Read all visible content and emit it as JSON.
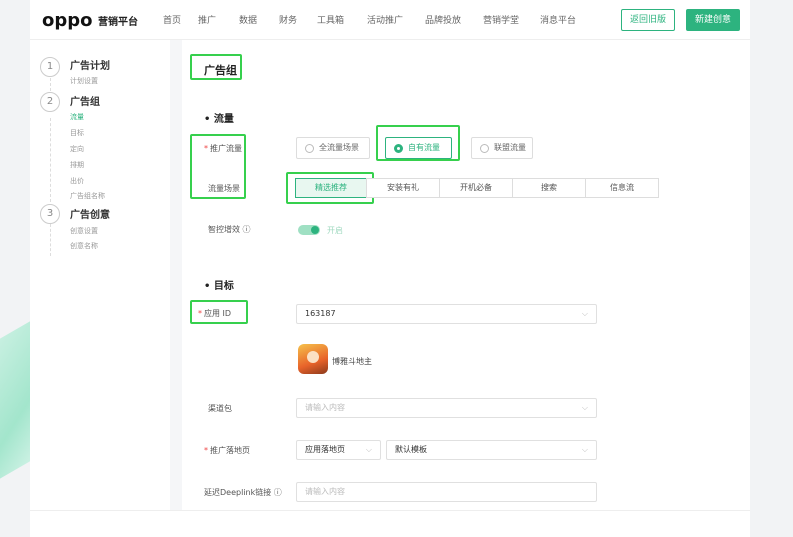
{
  "header": {
    "logo": "oppo",
    "platform": "营销平台",
    "nav": [
      "首页",
      "推广",
      "数据",
      "财务",
      "工具箱",
      "活动推广",
      "品牌投放",
      "营销学堂",
      "消息平台"
    ],
    "old_version_button": "返回旧版",
    "new_creative_button": "新建创意"
  },
  "sidebar": {
    "steps": [
      {
        "num": "1",
        "title": "广告计划",
        "subs": [
          "计划设置"
        ]
      },
      {
        "num": "2",
        "title": "广告组",
        "subs": [
          "流量",
          "目标",
          "定向",
          "排期",
          "出价",
          "广告组名称"
        ]
      },
      {
        "num": "3",
        "title": "广告创意",
        "subs": [
          "创意设置",
          "创意名称"
        ]
      }
    ],
    "active_sub": "流量"
  },
  "main": {
    "title": "广告组",
    "traffic_section": "流量",
    "promo_traffic_label": "推广流量",
    "promo_traffic_options": [
      "全流量场景",
      "自有流量",
      "联盟流量"
    ],
    "promo_traffic_selected": "自有流量",
    "traffic_scene_label": "流量场景",
    "traffic_scene_options": [
      "精选推荐",
      "安装有礼",
      "开机必备",
      "搜索",
      "信息流"
    ],
    "traffic_scene_selected": "精选推荐",
    "smart_boost_label": "智控增效",
    "smart_boost_help_icon": "question-circle-icon",
    "smart_boost_state": "开启",
    "target_section": "目标",
    "app_id_label": "应用 ID",
    "app_id_value": "163187",
    "app_name": "博雅斗地主",
    "channel_label": "渠道包",
    "channel_placeholder": "请输入内容",
    "landing_label": "推广落地页",
    "landing_type": "应用落地页",
    "landing_template": "默认模板",
    "deeplink_label": "延迟Deeplink链接",
    "deeplink_help_icon": "question-circle-icon",
    "deeplink_placeholder": "请输入内容"
  },
  "colors": {
    "accent": "#2db37f",
    "highlight": "#36d04d",
    "required": "#e44444"
  }
}
